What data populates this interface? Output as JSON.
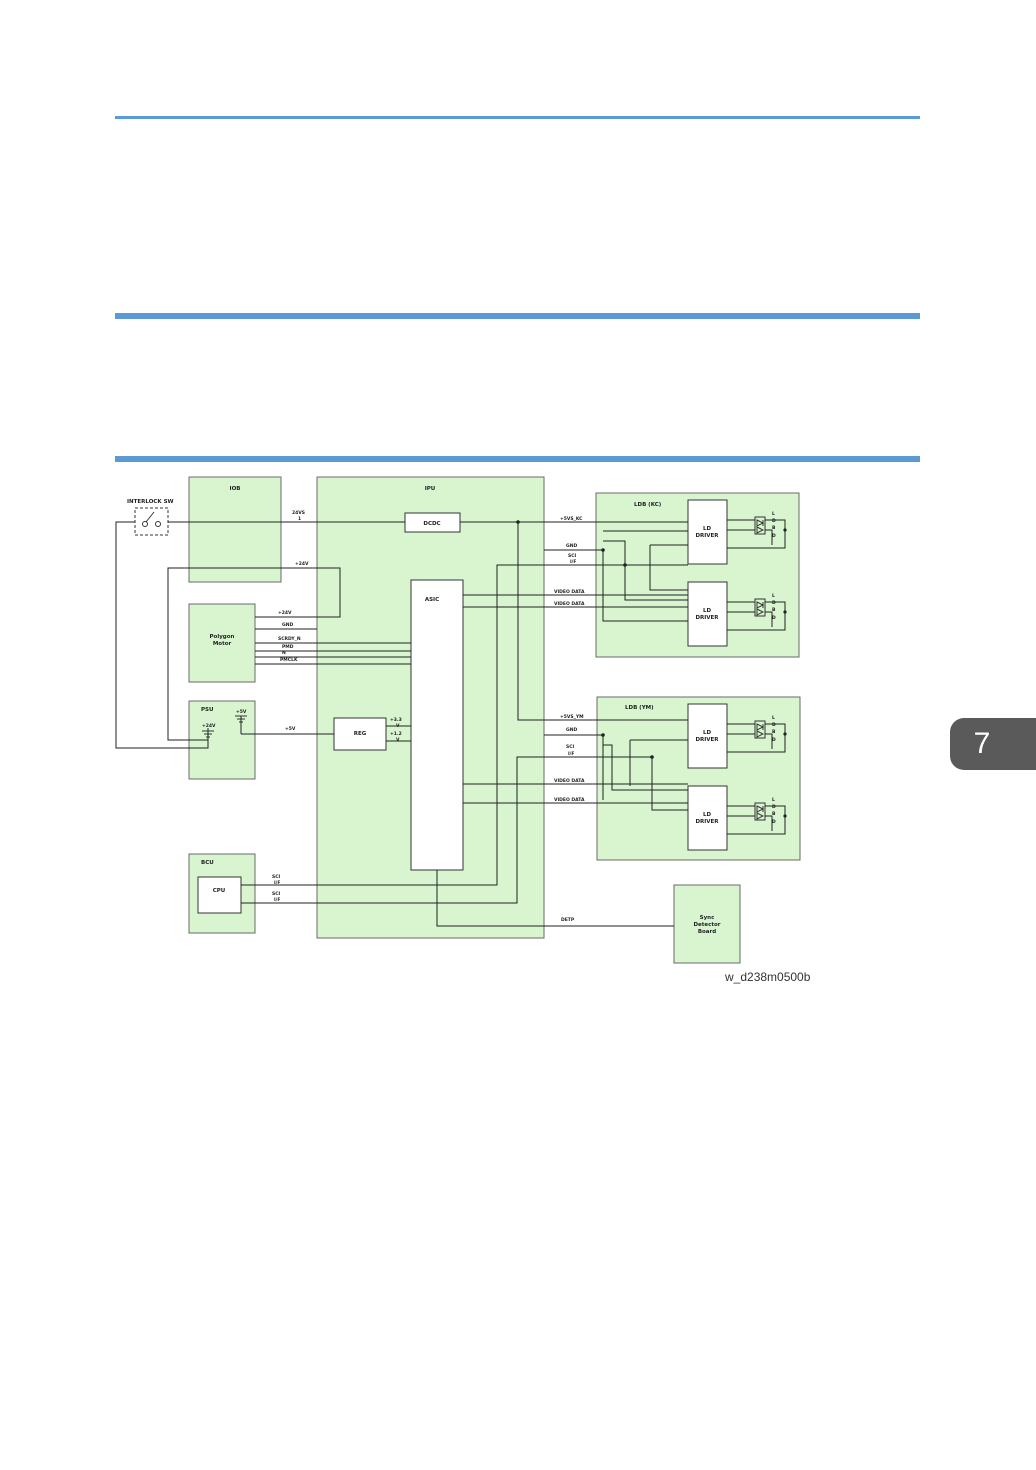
{
  "chapter_tab": "7",
  "diagram": {
    "blocks": {
      "iob": "IOB",
      "ipu": "IPU",
      "ldb_kc": "LDB (KC)",
      "ldb_ym": "LDB (YM)",
      "polygon_1": "Polygon",
      "polygon_2": "Motor",
      "psu": "PSU",
      "bcu": "BCU",
      "cpu": "CPU",
      "dcdc": "DCDC",
      "asic": "ASIC",
      "reg": "REG",
      "ld_driver_1": "LD",
      "ld_driver_2": "DRIVER",
      "sync_1": "Sync",
      "sync_2": "Detector",
      "sync_3": "Board",
      "interlock": "INTERLOCK SW",
      "ld_letters": [
        "L",
        "D",
        "B",
        "D"
      ]
    },
    "signals": {
      "v24vs_1": "24VS",
      "v24vs_2": "1",
      "v24v": "+24V",
      "v5v": "+5V",
      "gnd": "GND",
      "scrdy": "SCRDY_N",
      "pmd_1": "PMD",
      "pmd_2": "N",
      "pmclk": "PMCLK",
      "v5vs_kc": "+5VS_KC",
      "v5vs_ym": "+5VS_YM",
      "sci": "SCI",
      "if": "I/F",
      "video_data": "VIDEO DATA",
      "v33_1": "+3.3",
      "v33_2": "V",
      "v12_1": "+1.2",
      "v12_2": "V",
      "v24v_psu": "+24V",
      "v5v_psu": "+5V",
      "detp": "DETP"
    },
    "caption": "w_d238m0500b"
  }
}
